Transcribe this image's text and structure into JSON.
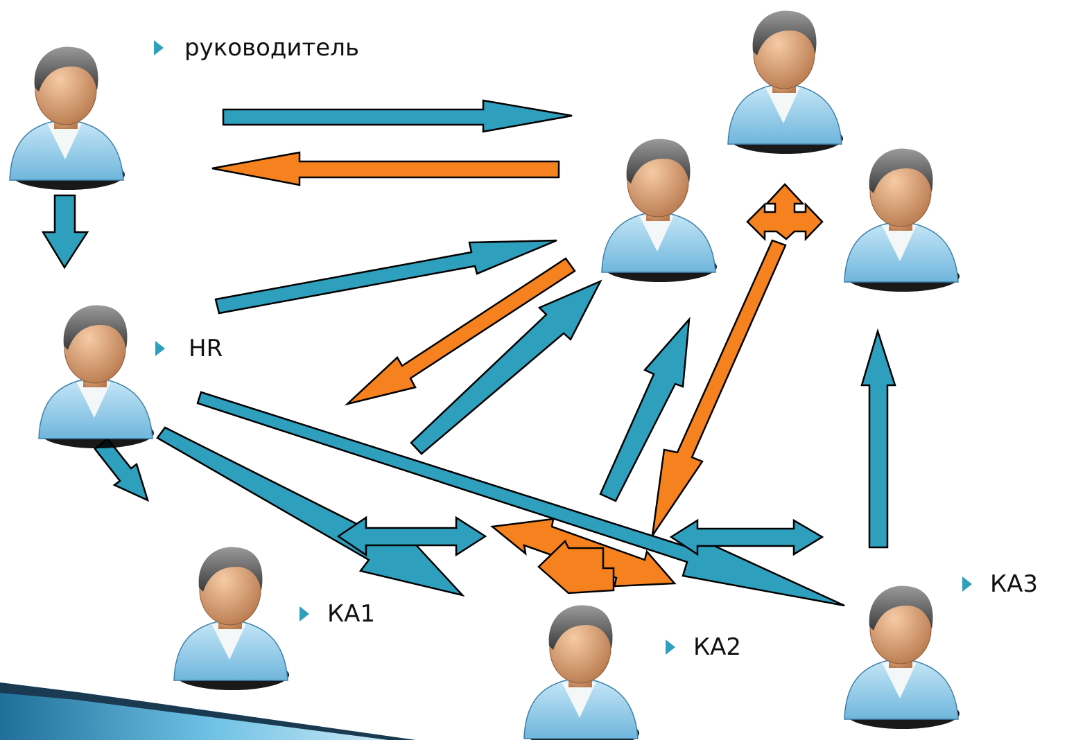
{
  "labels": {
    "manager": "руководитель",
    "hr": "HR",
    "ka1": "КА1",
    "ka2": "КА2",
    "ka3": "КА3"
  },
  "colors": {
    "arrow_blue": "#2e9fbd",
    "arrow_orange": "#f5821f",
    "bullet": "#2e9fbd",
    "person_shirt": "#8ccbe8",
    "person_skin": "#e0a77a",
    "person_hair": "#5a5a5a"
  },
  "icons": {
    "person": "person-icon",
    "bullet": "triangle-bullet-icon",
    "decoration": "striped-ribbon"
  }
}
